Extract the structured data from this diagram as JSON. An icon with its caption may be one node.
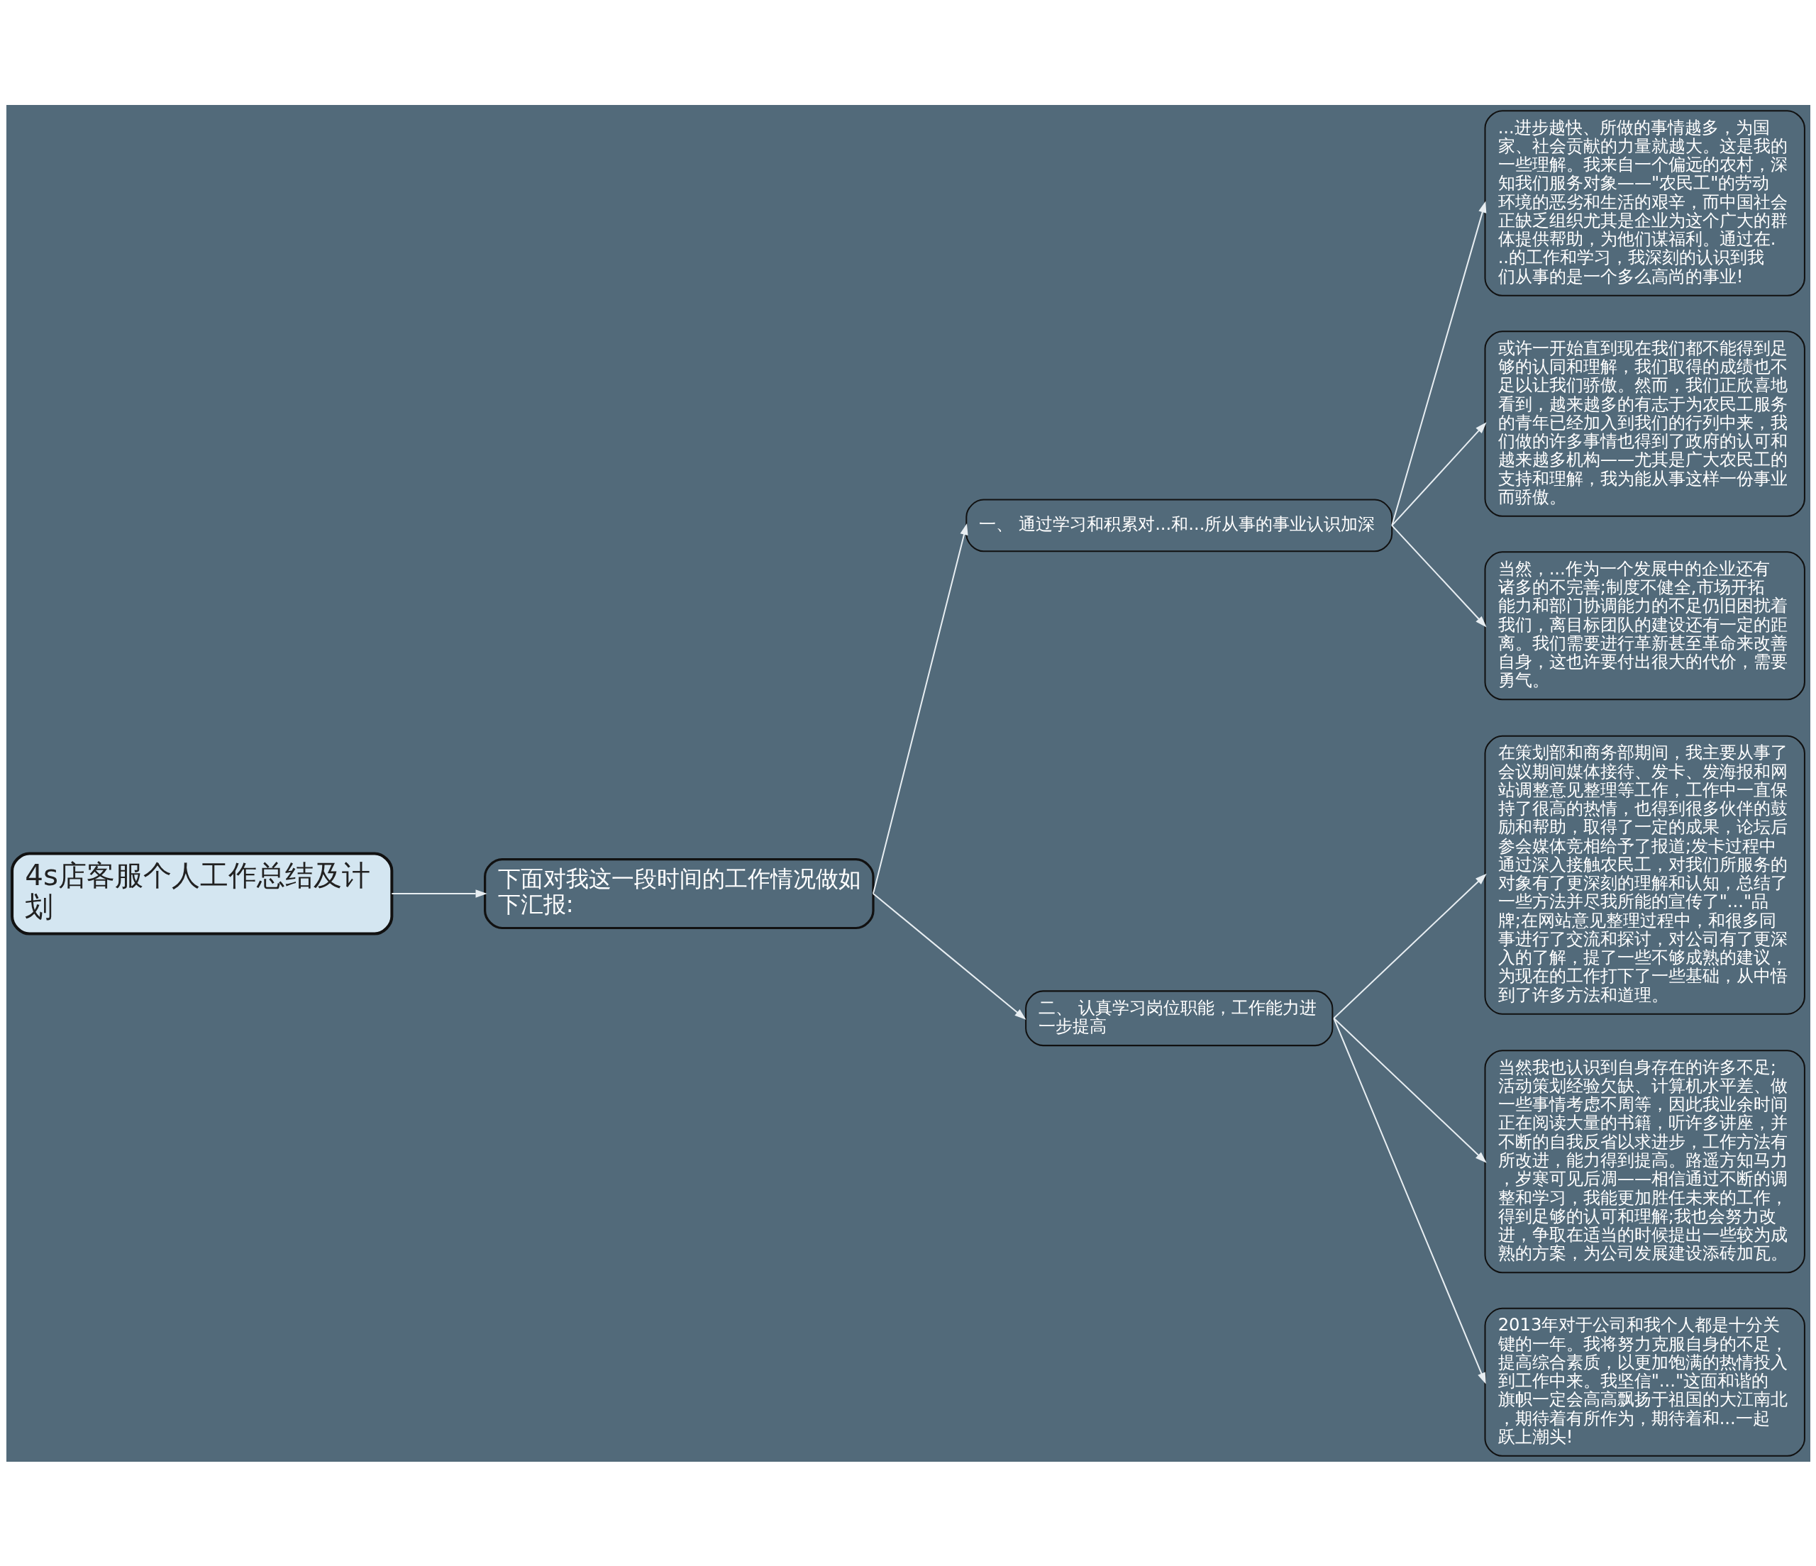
{
  "diagram": {
    "nodes": [
      {
        "text": [
          "4s店客服个人工作总结及计划"
        ]
      },
      {
        "text": [
          "下面对我这一段时间的工作情况做如下汇报:"
        ]
      },
      {
        "text": [
          "一、 通过学习和积累对...和...所从事的事业认识加深"
        ]
      },
      {
        "text": [
          "...进步越快、所做的事情越多，为国家、社会贡献的力量就越大。这是我的一些理解。我来自一个偏远的农村，深知我们服务对象——\"农民工\"的劳动环境的恶劣和生活的艰辛，而中国社会正缺乏组织尤其是企业为这个广大的群体提供帮助，为他们谋福利。通过在...的工作和学习，我深刻的认识到我们从事的是一个多么高尚的事业!"
        ]
      },
      {
        "text": [
          "或许一开始直到现在我们都不能得到足够的认同和理解，我们取得的成绩也不足以让我们骄傲。然而，我们正欣喜地看到，越来越多的有志于为农民工服务的青年已经加入到我们的行列中来，我们做的许多事情也得到了政府的认可和越来越多机构——尤其是广大农民工的支持和理解，我为能从事这样一份事业而骄傲。"
        ]
      },
      {
        "text": [
          "当然，...作为一个发展中的企业还有诸多的不完善;制度不健全,市场开拓能力和部门协调能力的不足仍旧困扰着我们，离目标团队的建设还有一定的距离。我们需要进行革新甚至革命来改善自身，这也许要付出很大的代价，需要勇气。"
        ]
      },
      {
        "text": [
          "二、 认真学习岗位职能，工作能力进一步提高"
        ]
      },
      {
        "text": [
          "在策划部和商务部期间，我主要从事了会议期间媒体接待、发卡、发海报和网站调整意见整理等工作，工作中一直保持了很高的热情，也得到很多伙伴的鼓励和帮助，取得了一定的成果，论坛后参会媒体竞相给予了报道;发卡过程中通过深入接触农民工，对我们所服务的对象有了更深刻的理解和认知，总结了一些方法并尽我所能的宣传了\"...\"品牌;在网站意见整理过程中，和很多同事进行了交流和探讨，对公司有了更深入的了解，提了一些不够成熟的建议，为现在的工作打下了一些基础，从中悟到了许多方法和道理。"
        ]
      },
      {
        "text": [
          "当然我也认识到自身存在的许多不足;活动策划经验欠缺、计算机水平差、做一些事情考虑不周等，因此我业余时间正在阅读大量的书籍，听许多讲座，并不断的自我反省以求进步，工作方法有所改进，能力得到提高。路遥方知马力，岁寒可见后凋——相信通过不断的调整和学习，我能更加胜任未来的工作，得到足够的认可和理解;我也会努力改进，争取在适当的时候提出一些较为成熟的方案，为公司发展建设添砖加瓦。"
        ]
      },
      {
        "text": [
          "2013年对于公司和我个人都是十分关键的一年。我将努力克服自身的不足，提高综合素质，以更加饱满的热情投入到工作中来。我坚信\"...\"这面和谐的旗帜一定会高高飘扬于祖国的大江南北，期待着有所作为，期待着和...一起跃上潮头!"
        ]
      }
    ],
    "edges": [
      {
        "from": 0,
        "to": 1,
        "arrow": "to"
      },
      {
        "from": 1,
        "to": 2,
        "arrow": "to"
      },
      {
        "from": 2,
        "to": 3,
        "arrow": "to"
      },
      {
        "from": 2,
        "to": 4,
        "arrow": "to"
      },
      {
        "from": 2,
        "to": 5,
        "arrow": "to"
      },
      {
        "from": 1,
        "to": 6,
        "arrow": "to"
      },
      {
        "from": 6,
        "to": 7,
        "arrow": "to"
      },
      {
        "from": 6,
        "to": 8,
        "arrow": "to"
      },
      {
        "from": 6,
        "to": 9,
        "arrow": "to"
      }
    ]
  }
}
